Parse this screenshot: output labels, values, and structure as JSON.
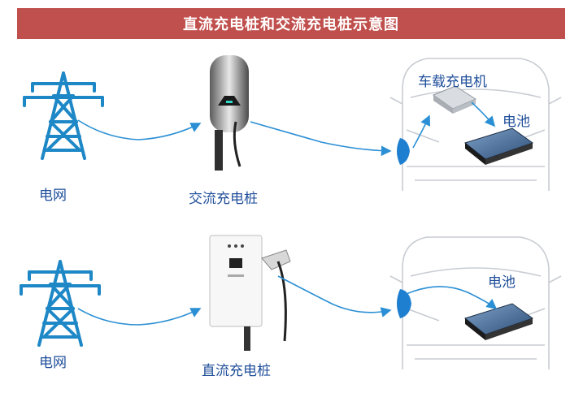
{
  "title": "直流充电桩和交流充电桩示意图",
  "top_row": {
    "grid_label": "电网",
    "charger_label": "交流充电桩",
    "onboard_charger_label": "车载充电机",
    "battery_label": "电池"
  },
  "bottom_row": {
    "grid_label": "电网",
    "charger_label": "直流充电桩",
    "battery_label": "电池"
  },
  "colors": {
    "title_bg": "#c0504d",
    "tower": "#1e88c7",
    "arrow": "#2a8fd4",
    "port": "#1e7fd0",
    "label": "#1f4e9a"
  },
  "icons": [
    "power-tower-icon",
    "ac-charger-icon",
    "dc-charger-icon",
    "car-outline-icon",
    "battery-icon",
    "onboard-charger-icon",
    "charging-port-icon"
  ]
}
